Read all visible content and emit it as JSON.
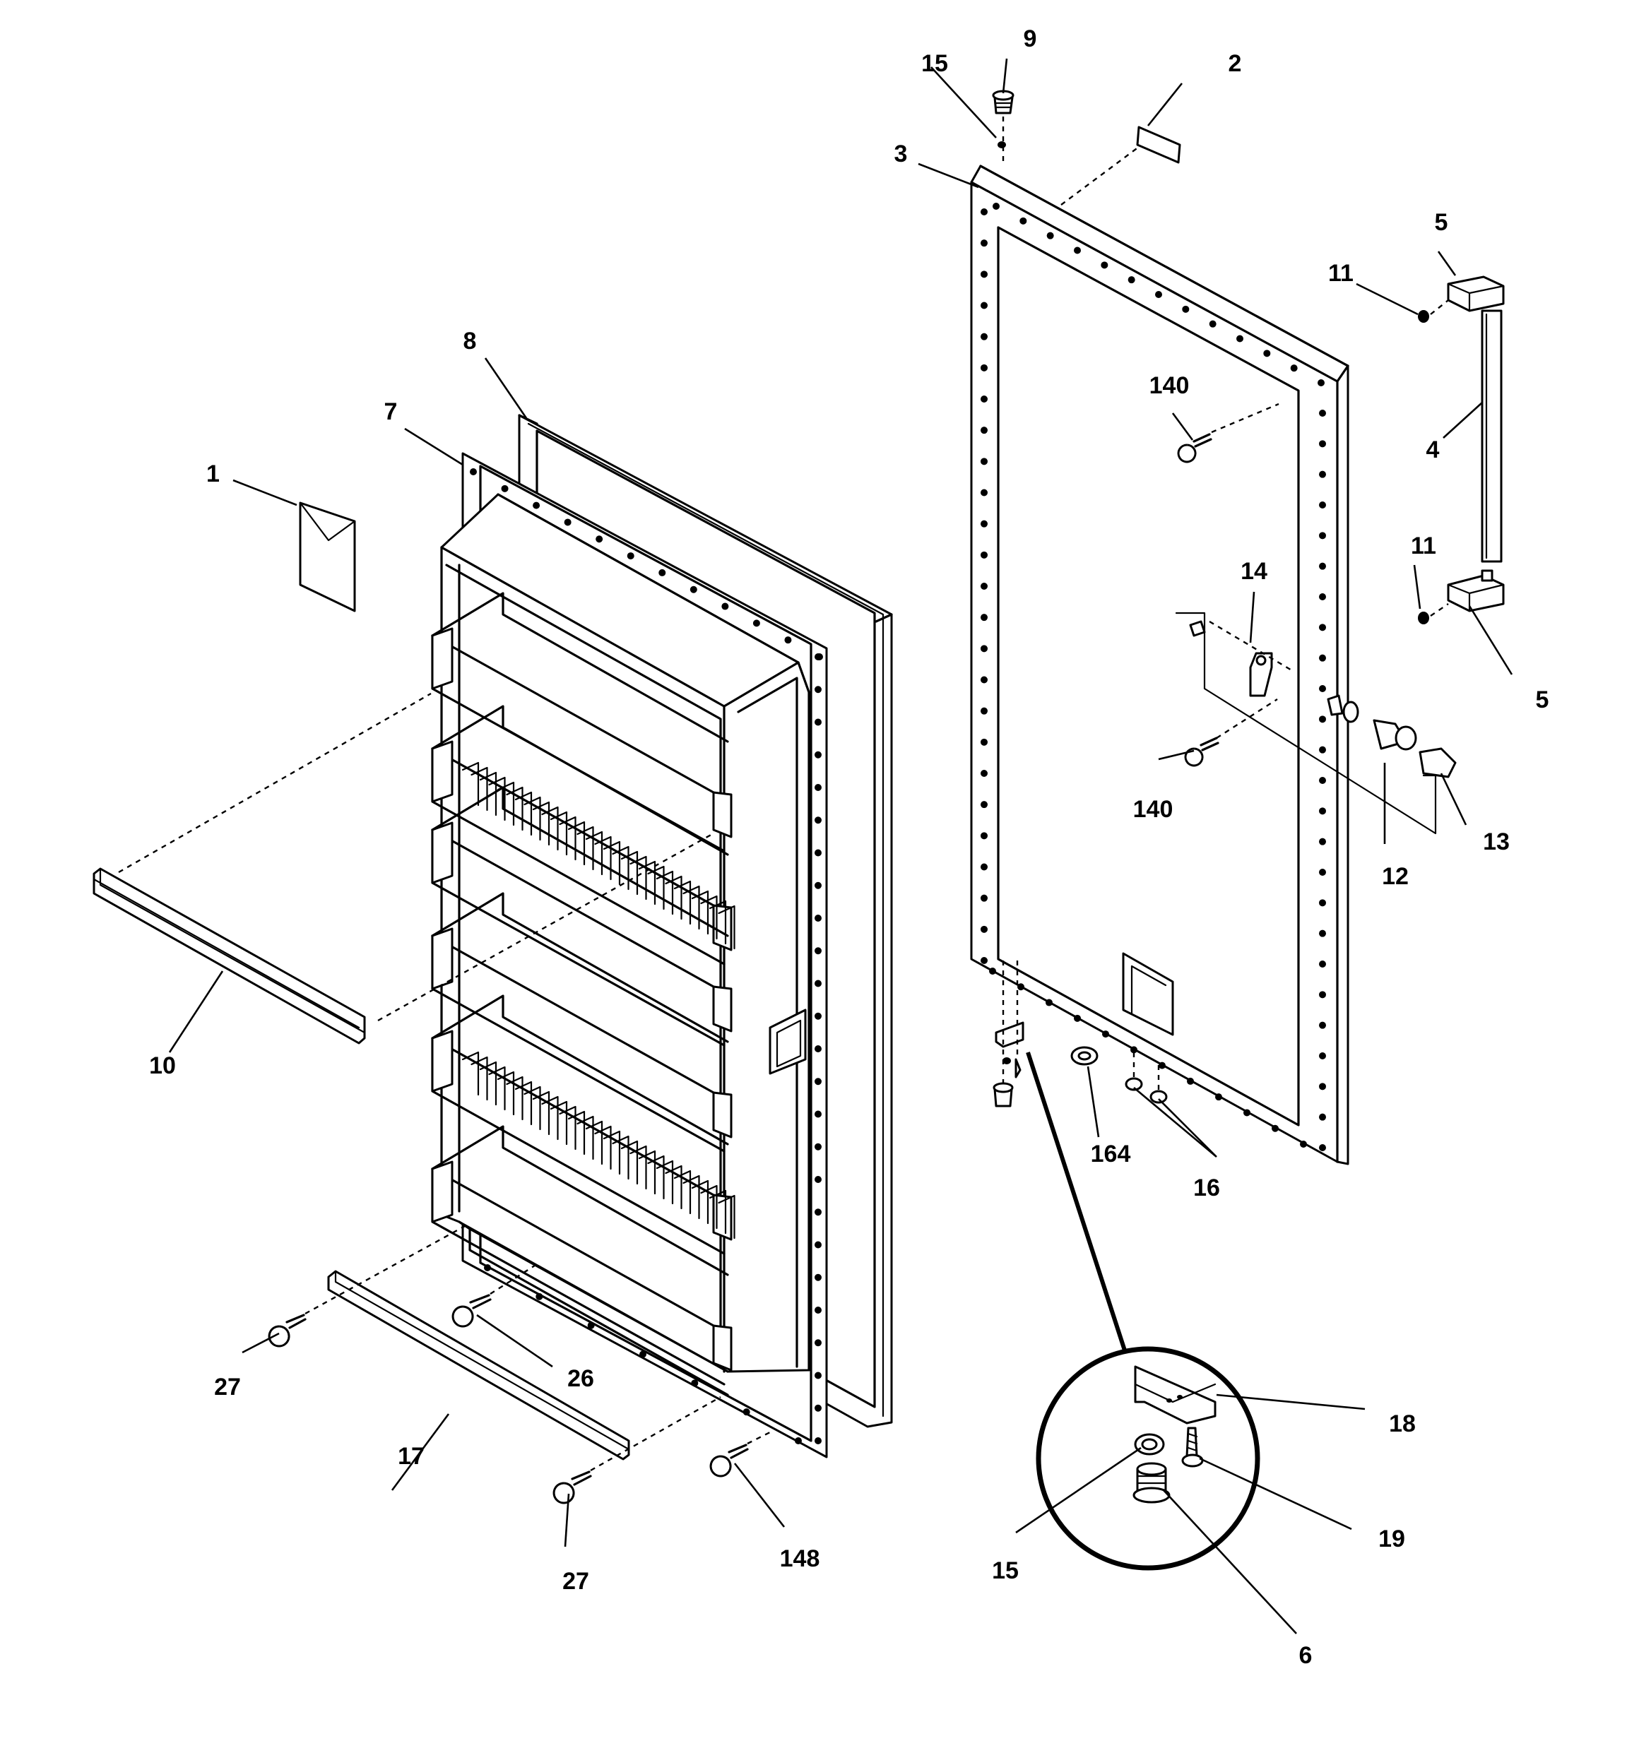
{
  "labels": [
    {
      "id": "1",
      "text": "1"
    },
    {
      "id": "2",
      "text": "2"
    },
    {
      "id": "3",
      "text": "3"
    },
    {
      "id": "4",
      "text": "4"
    },
    {
      "id": "5a",
      "text": "5"
    },
    {
      "id": "5b",
      "text": "5"
    },
    {
      "id": "6",
      "text": "6"
    },
    {
      "id": "7",
      "text": "7"
    },
    {
      "id": "8",
      "text": "8"
    },
    {
      "id": "9",
      "text": "9"
    },
    {
      "id": "10",
      "text": "10"
    },
    {
      "id": "11a",
      "text": "11"
    },
    {
      "id": "11b",
      "text": "11"
    },
    {
      "id": "12",
      "text": "12"
    },
    {
      "id": "13",
      "text": "13"
    },
    {
      "id": "14",
      "text": "14"
    },
    {
      "id": "15a",
      "text": "15"
    },
    {
      "id": "15b",
      "text": "15"
    },
    {
      "id": "16",
      "text": "16"
    },
    {
      "id": "17",
      "text": "17"
    },
    {
      "id": "18",
      "text": "18"
    },
    {
      "id": "19",
      "text": "19"
    },
    {
      "id": "26",
      "text": "26"
    },
    {
      "id": "27a",
      "text": "27"
    },
    {
      "id": "27b",
      "text": "27"
    },
    {
      "id": "140a",
      "text": "140"
    },
    {
      "id": "140b",
      "text": "140"
    },
    {
      "id": "148",
      "text": "148"
    },
    {
      "id": "164",
      "text": "164"
    }
  ]
}
